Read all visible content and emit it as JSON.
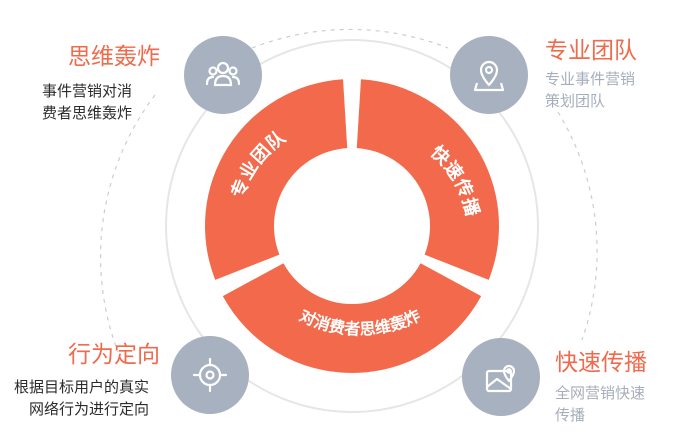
{
  "ring": {
    "color": "#f26a4b",
    "segments": [
      {
        "label": "专业团队"
      },
      {
        "label": "快速传播"
      },
      {
        "label": "对消费者思维轰炸"
      }
    ]
  },
  "features": {
    "top_left": {
      "title": "思维轰炸",
      "desc": [
        "事件营销对消",
        "费者思维轰炸"
      ],
      "icon": "group-icon"
    },
    "top_right": {
      "title": "专业团队",
      "desc": [
        "专业事件营销",
        "策划团队"
      ],
      "icon": "map-pin-icon"
    },
    "bottom_left": {
      "title": "行为定向",
      "desc": [
        "根据目标用户的真实",
        "网络行为进行定向"
      ],
      "icon": "crosshair-target-icon"
    },
    "bottom_right": {
      "title": "快速传播",
      "desc": [
        "全网营销快速",
        "传播"
      ],
      "icon": "map-location-icon"
    }
  },
  "colors": {
    "accent": "#f06a4c",
    "badge": "#a8b1c0",
    "dark_text": "#2b2b2b",
    "grey_text": "#a6aebb"
  }
}
